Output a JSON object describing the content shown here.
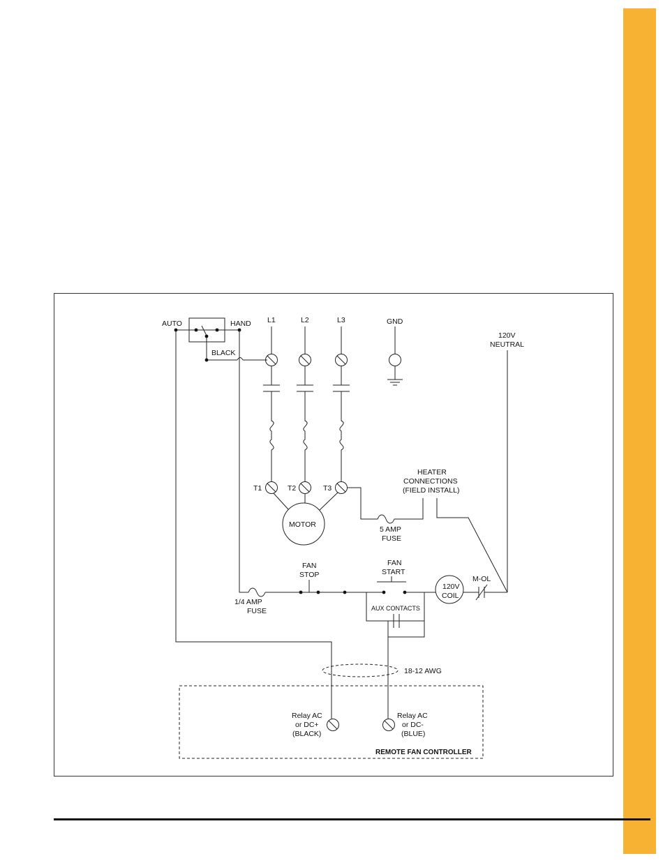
{
  "colors": {
    "side_tab": "#F7B133",
    "line": "#222222"
  },
  "labels": {
    "auto": "AUTO",
    "hand": "HAND",
    "black": "BLACK",
    "l1": "L1",
    "l2": "L2",
    "l3": "L3",
    "gnd": "GND",
    "neutral_1": "120V",
    "neutral_2": "NEUTRAL",
    "t1": "T1",
    "t2": "T2",
    "t3": "T3",
    "motor": "MOTOR",
    "heater_1": "HEATER",
    "heater_2": "CONNECTIONS",
    "heater_3": "(FIELD INSTALL)",
    "fuse5_1": "5 AMP",
    "fuse5_2": "FUSE",
    "fan_stop_1": "FAN",
    "fan_stop_2": "STOP",
    "fan_start_1": "FAN",
    "fan_start_2": "START",
    "coil_1": "120V",
    "coil_2": "COIL",
    "mol": "M-OL",
    "fuse14_1": "1/4 AMP",
    "fuse14_2": "FUSE",
    "aux": "AUX CONTACTS",
    "awg": "18-12 AWG",
    "relay_pos_1": "Relay AC",
    "relay_pos_2": "or DC+",
    "relay_pos_3": "(BLACK)",
    "relay_neg_1": "Relay AC",
    "relay_neg_2": "or DC-",
    "relay_neg_3": "(BLUE)",
    "remote": "REMOTE FAN CONTROLLER"
  }
}
